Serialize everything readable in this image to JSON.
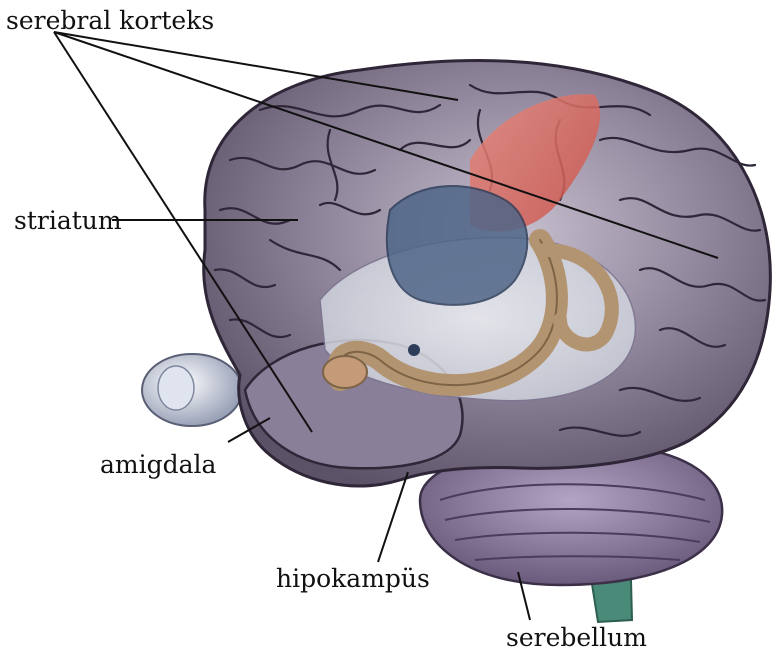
{
  "labels": {
    "cerebral_cortex": "serebral korteks",
    "striatum": "striatum",
    "amygdala": "amigdala",
    "hippocampus": "hipokampüs",
    "cerebellum": "serebellum"
  },
  "colors": {
    "cortex": "#8a7f99",
    "sulcus": "#2f2638",
    "highlight_region": "#d9685f",
    "striatum_structure": "#4f6688",
    "hippocampus": "#b39470",
    "cerebellum": "#7a6a88",
    "brainstem": "#4a8a78",
    "eye": "#d8dce6",
    "leader_line": "#111111"
  }
}
